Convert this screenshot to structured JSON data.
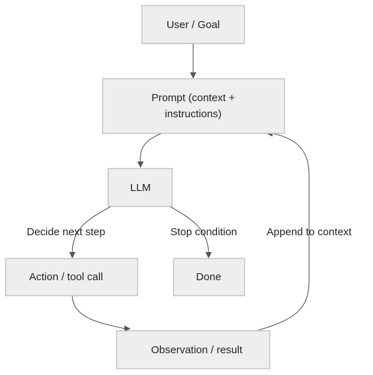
{
  "diagram": {
    "nodes": {
      "user_goal": {
        "label": "User / Goal"
      },
      "prompt": {
        "line1": "Prompt (context +",
        "line2": "instructions)"
      },
      "llm": {
        "label": "LLM"
      },
      "action": {
        "label": "Action / tool call"
      },
      "done": {
        "label": "Done"
      },
      "observation": {
        "label": "Observation / result"
      }
    },
    "edges": {
      "decide_next_step": "Decide next step",
      "stop_condition": "Stop condition",
      "append_to_context": "Append to context"
    },
    "colors": {
      "node_fill": "#eeeeee",
      "node_stroke": "#b8b8b8",
      "edge": "#555555",
      "text": "#222222"
    }
  }
}
